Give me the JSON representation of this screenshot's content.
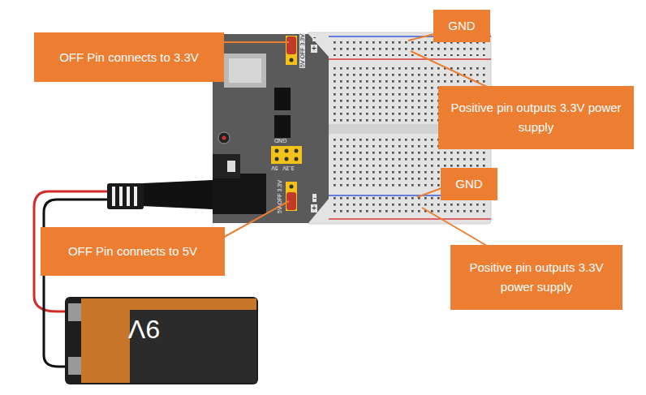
{
  "diagram": {
    "nodes": [
      {
        "text": [
          "OFF Pin connects to 3.3V"
        ]
      },
      {
        "text": [
          "GND"
        ]
      },
      {
        "text": [
          "Positive pin outputs 3.3V power supply"
        ]
      },
      {
        "text": [
          "GND"
        ]
      },
      {
        "text": [
          "OFF Pin connects to 5V"
        ]
      },
      {
        "text": [
          "Positive pin outputs 3.3V power supply"
        ]
      }
    ],
    "labels": [
      "5V OFF 3.3V",
      "-",
      "+",
      "GND",
      "3.3V",
      "5V",
      "5V OFF 3.3V",
      "-",
      "+",
      "9V"
    ]
  }
}
